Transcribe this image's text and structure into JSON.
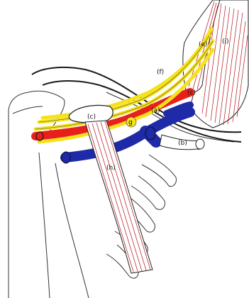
{
  "labels": {
    "a": "(a)",
    "b": "(b)",
    "c1": "(c)",
    "c2": "(c)",
    "e": "(e)",
    "f": "(f)",
    "g": "g",
    "h": "(h)",
    "i": "(i)"
  },
  "colors": {
    "outline": "#222222",
    "artery": "#e8201c",
    "vein": "#1e2aa8",
    "nerve": "#f5e21b",
    "muscle_fiber": "#b5121b",
    "background": "#ffffff"
  }
}
